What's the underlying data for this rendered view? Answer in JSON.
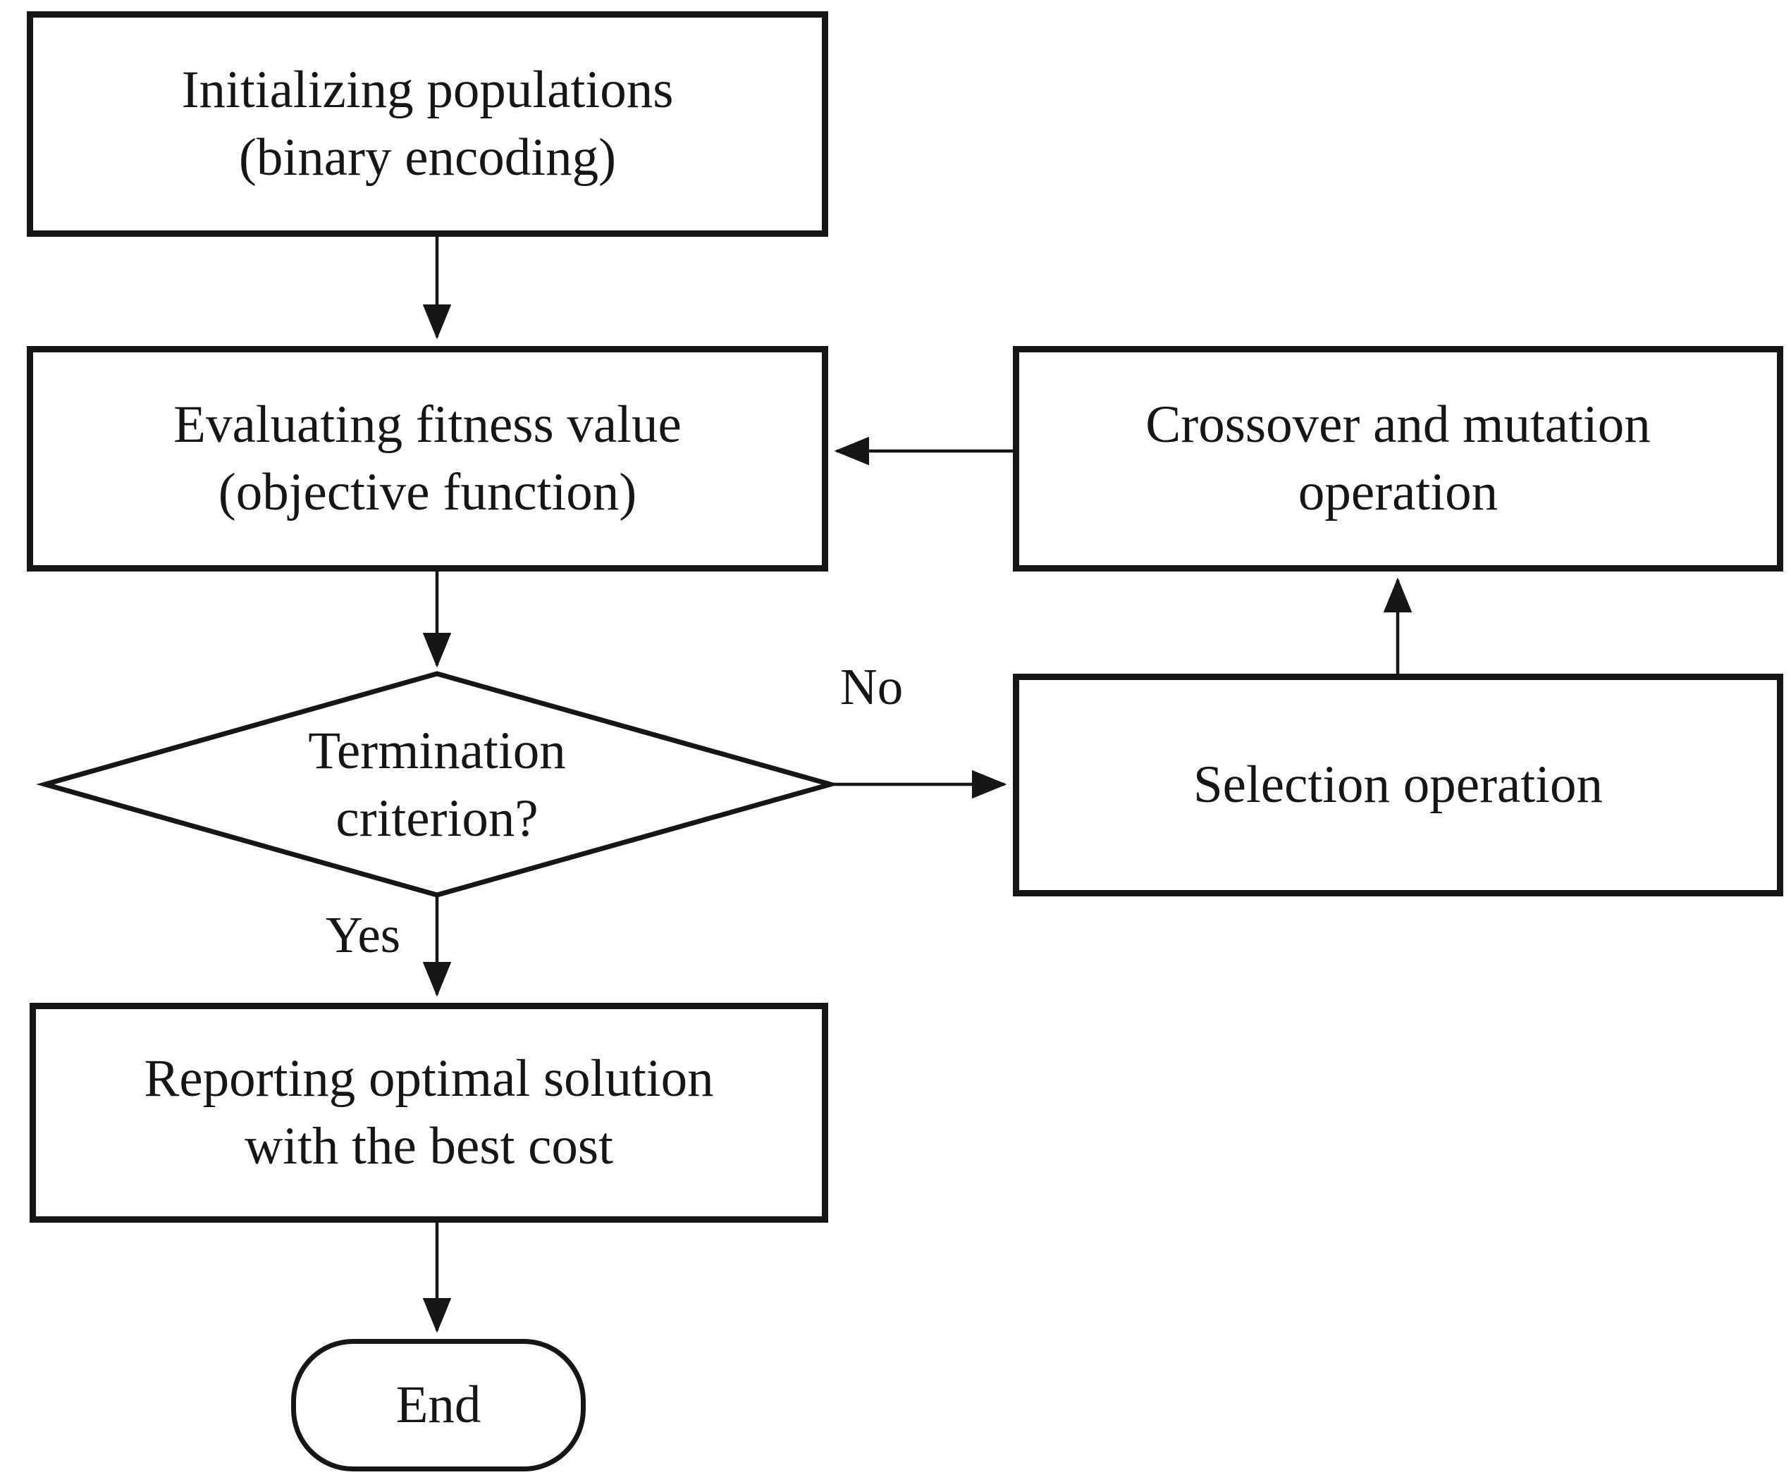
{
  "nodes": {
    "init": {
      "line1": "Initializing populations",
      "line2": "(binary encoding)"
    },
    "evaluate": {
      "line1": "Evaluating fitness value",
      "line2": "(objective function)"
    },
    "decision": {
      "line1": "Termination",
      "line2": "criterion?"
    },
    "crossover": {
      "line1": "Crossover and mutation",
      "line2": "operation"
    },
    "selection": {
      "label": "Selection operation"
    },
    "report": {
      "line1": "Reporting optimal solution",
      "line2": "with the best cost"
    },
    "end": {
      "label": "End"
    }
  },
  "edges": {
    "no_label": "No",
    "yes_label": "Yes"
  },
  "colors": {
    "stroke": "#161616",
    "background": "#ffffff"
  }
}
